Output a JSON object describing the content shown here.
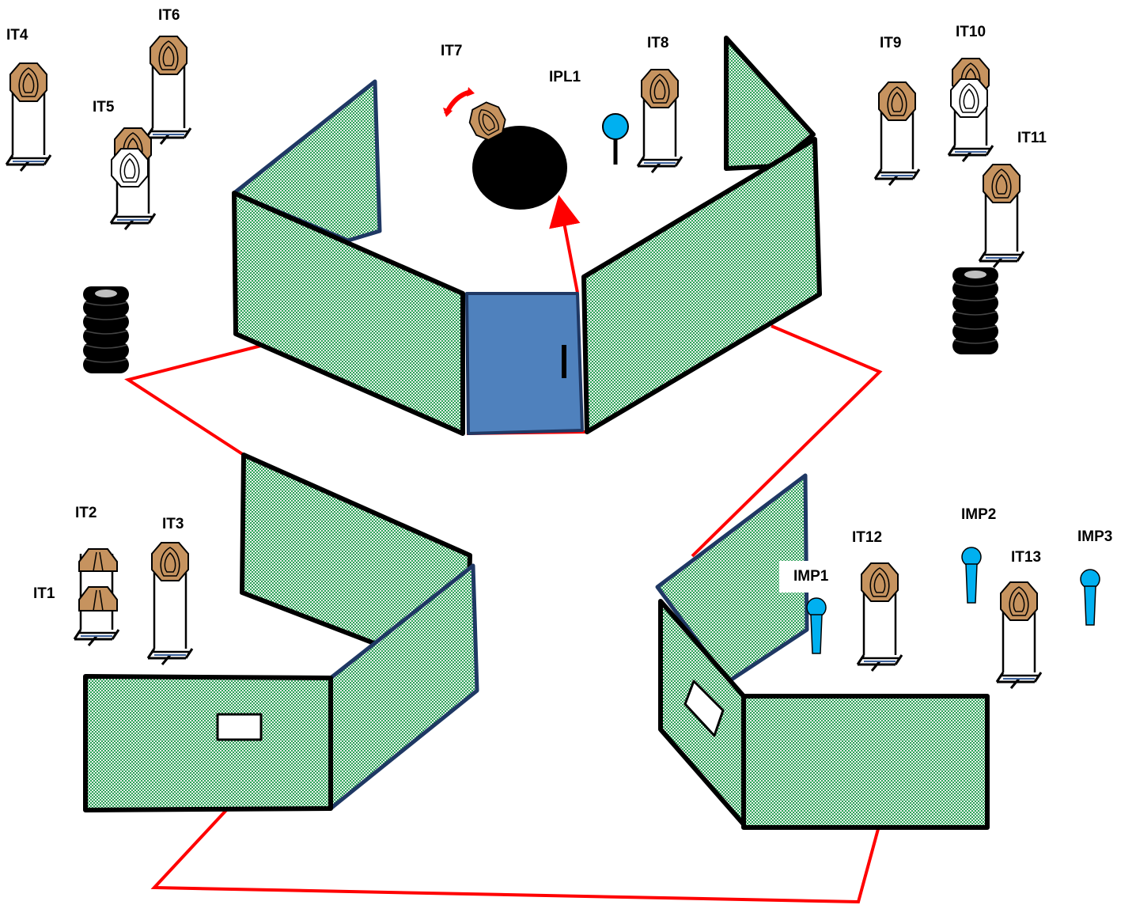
{
  "labels": {
    "it1": "IT1",
    "it2": "IT2",
    "it3": "IT3",
    "it4": "IT4",
    "it5": "IT5",
    "it6": "IT6",
    "it7": "IT7",
    "it8": "IT8",
    "it9": "IT9",
    "it10": "IT10",
    "it11": "IT11",
    "it12": "IT12",
    "it13": "IT13",
    "ipl1": "IPL1",
    "imp1": "IMP1",
    "imp2": "IMP2",
    "imp3": "IMP3"
  },
  "colors": {
    "wall_green": "#2fa25a",
    "wall_light": "#e6f3ea",
    "door_blue": "#4f81bd",
    "fault_line": "#ff0000",
    "target_tan": "#c6935f",
    "popper_blue": "#00b0f0",
    "barrel_black": "#000000"
  },
  "icons": {
    "target": "paper-target-icon",
    "no_shoot": "no-shoot-target-icon",
    "popper": "popper-icon",
    "plate": "steel-plate-icon",
    "barrel": "barrel-stack-icon",
    "swinger": "swinger-icon"
  }
}
